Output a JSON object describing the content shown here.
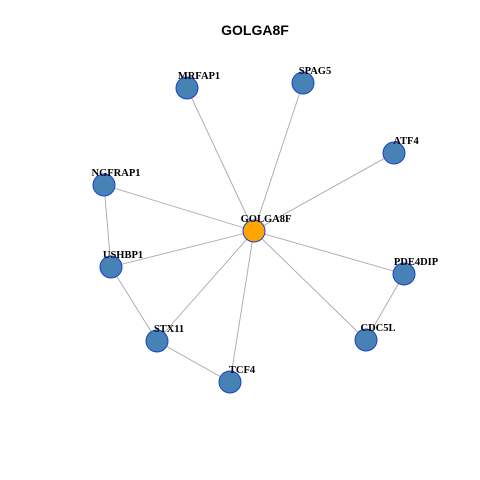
{
  "title": "GOLGA8F",
  "colors": {
    "hub_fill": "#FFA500",
    "node_fill": "#4682B4",
    "node_stroke": "#1C3FD0",
    "edge": "#A8A8A8"
  },
  "nodes": [
    {
      "id": "GOLGA8F",
      "label": "GOLGA8F",
      "role": "hub"
    },
    {
      "id": "MRFAP1",
      "label": "MRFAP1",
      "role": "neighbor"
    },
    {
      "id": "SPAG5",
      "label": "SPAG5",
      "role": "neighbor"
    },
    {
      "id": "ATF4",
      "label": "ATF4",
      "role": "neighbor"
    },
    {
      "id": "NGFRAP1",
      "label": "NGFRAP1",
      "role": "neighbor"
    },
    {
      "id": "USHBP1",
      "label": "USHBP1",
      "role": "neighbor"
    },
    {
      "id": "PDE4DIP",
      "label": "PDE4DIP",
      "role": "neighbor"
    },
    {
      "id": "STX11",
      "label": "STX11",
      "role": "neighbor"
    },
    {
      "id": "CDC5L",
      "label": "CDC5L",
      "role": "neighbor"
    },
    {
      "id": "TCF4",
      "label": "TCF4",
      "role": "neighbor"
    }
  ],
  "edges": [
    [
      "GOLGA8F",
      "MRFAP1"
    ],
    [
      "GOLGA8F",
      "SPAG5"
    ],
    [
      "GOLGA8F",
      "ATF4"
    ],
    [
      "GOLGA8F",
      "NGFRAP1"
    ],
    [
      "GOLGA8F",
      "USHBP1"
    ],
    [
      "GOLGA8F",
      "PDE4DIP"
    ],
    [
      "GOLGA8F",
      "STX11"
    ],
    [
      "GOLGA8F",
      "CDC5L"
    ],
    [
      "GOLGA8F",
      "TCF4"
    ],
    [
      "NGFRAP1",
      "USHBP1"
    ],
    [
      "USHBP1",
      "STX11"
    ],
    [
      "STX11",
      "TCF4"
    ],
    [
      "PDE4DIP",
      "CDC5L"
    ]
  ]
}
